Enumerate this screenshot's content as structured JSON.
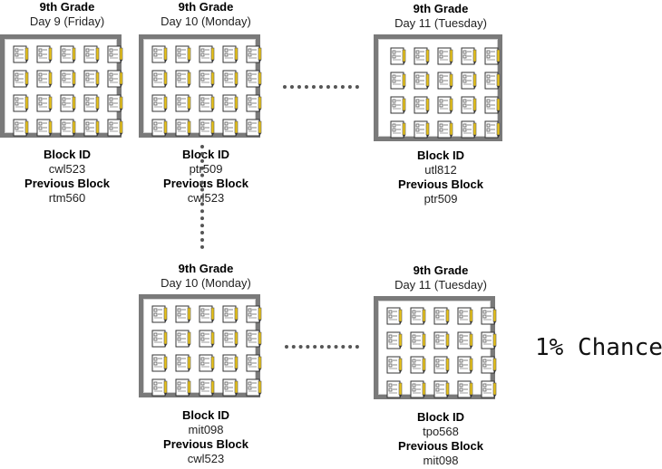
{
  "blocks": [
    {
      "grade": "9th Grade",
      "day": "Day 9 (Friday)",
      "id_label": "Block ID",
      "id": "cwl523",
      "prev_label": "Previous Block",
      "prev": "rtm560"
    },
    {
      "grade": "9th Grade",
      "day": "Day 10 (Monday)",
      "id_label": "Block ID",
      "id": "ptr509",
      "prev_label": "Previous Block",
      "prev": "cwl523"
    },
    {
      "grade": "9th Grade",
      "day": "Day 11 (Tuesday)",
      "id_label": "Block ID",
      "id": "utl812",
      "prev_label": "Previous Block",
      "prev": "ptr509"
    },
    {
      "grade": "9th Grade",
      "day": "Day 10 (Monday)",
      "id_label": "Block ID",
      "id": "mit098",
      "prev_label": "Previous Block",
      "prev": "cwl523"
    },
    {
      "grade": "9th Grade",
      "day": "Day 11 (Tuesday)",
      "id_label": "Block ID",
      "id": "tpo568",
      "prev_label": "Previous Block",
      "prev": "mit098"
    }
  ],
  "chance_text": "1% Chance",
  "icons": {
    "document": "document-pencil-icon"
  },
  "colors": {
    "border": "#7a7a7a",
    "pencil": "#e8c21a",
    "dots": "#555555"
  }
}
